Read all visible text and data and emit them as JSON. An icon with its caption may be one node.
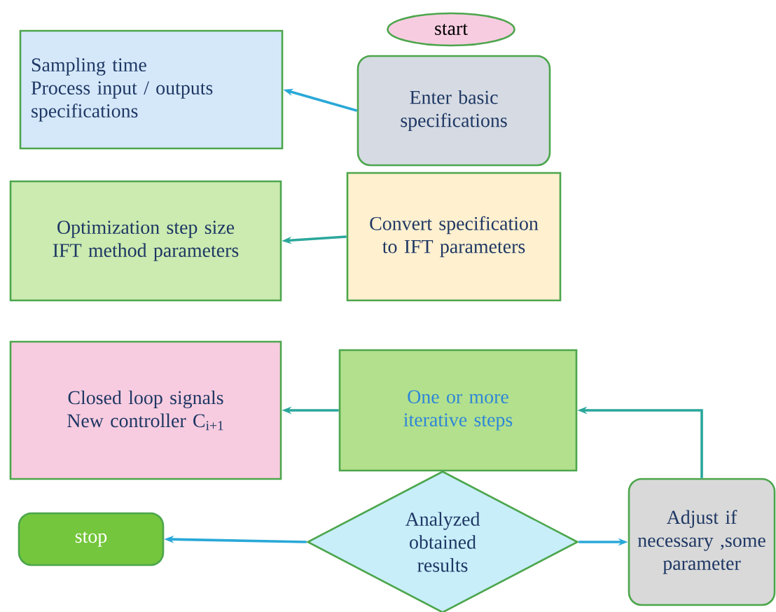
{
  "diagram": {
    "nodes": [
      {
        "text": [
          "start"
        ]
      },
      {
        "text": [
          "Sampling time",
          "Process input / outputs specifications"
        ]
      },
      {
        "text": [
          "Enter basic specifications"
        ]
      },
      {
        "text": [
          "Optimization step size",
          "IFT method parameters"
        ]
      },
      {
        "text": [
          "Convert specification to IFT parameters"
        ]
      },
      {
        "text": [
          "Closed loop signals",
          "New controller C$_{i+1}$"
        ]
      },
      {
        "text": [
          "One or more iterative steps"
        ]
      },
      {
        "text": [
          "Analyzed obtained results"
        ]
      },
      {
        "text": [
          "stop"
        ]
      },
      {
        "text": [
          "Adjust if necessary ,some parameter"
        ]
      }
    ],
    "edges": [
      {
        "from": 2,
        "to": 1,
        "arrow": "to",
        "color": "#29a8d8"
      },
      {
        "from": 4,
        "to": 3,
        "arrow": "to"
      },
      {
        "from": 6,
        "to": 5,
        "arrow": "to"
      },
      {
        "from": 7,
        "to": 8,
        "arrow": "to",
        "color": "#29a8d8"
      },
      {
        "from": 7,
        "to": 9,
        "arrow": "to",
        "color": "#29a8d8"
      },
      {
        "from": 9,
        "to": 6,
        "arrow": "to"
      }
    ]
  }
}
